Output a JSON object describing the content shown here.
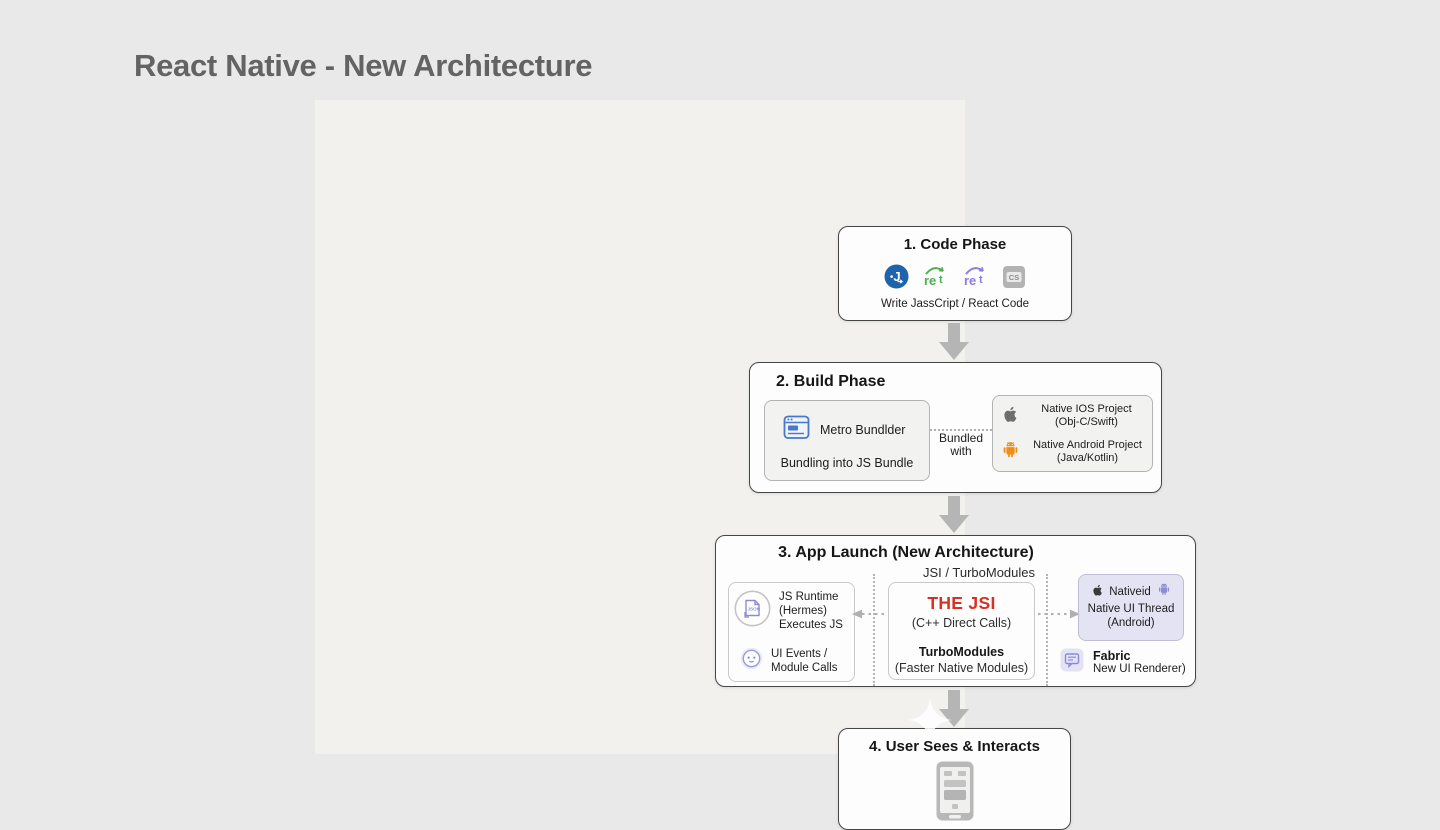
{
  "title": "React Native - New Architecture",
  "steps": {
    "code": {
      "heading": "1. Code Phase",
      "caption": "Write JassCript / React Code"
    },
    "build": {
      "heading": "2. Build Phase",
      "metro_title": "Metro Bundlder",
      "metro_subtitle": "Bundling into JS Bundle",
      "connector": [
        "Bundled",
        "with"
      ],
      "ios": [
        "Native IOS Project",
        "(Obj-C/Swift)"
      ],
      "android": [
        "Native Android Project",
        "(Java/Kotlin)"
      ]
    },
    "launch": {
      "heading": "3. App Launch (New Architecture)",
      "subtitle": "JSI / TurboModules",
      "runtime": [
        "JS Runtime",
        "(Hermes)",
        "Executes JS"
      ],
      "events": [
        "UI Events /",
        "Module Calls"
      ],
      "jsi_title": "THE JSI",
      "jsi_subtitle": "(C++ Direct Calls)",
      "turbo_title": "TurboModules",
      "turbo_subtitle": "(Faster Native Modules)",
      "native_label": "Nativeid",
      "thread": [
        "Native UI Thread",
        "(Android)"
      ],
      "fabric_title": "Fabric",
      "fabric_subtitle": "New UI Renderer)"
    },
    "user": {
      "heading": "4. User Sees & Interacts"
    }
  },
  "icons": {
    "code_icons": [
      "javascript-icon",
      "react-green-icon",
      "react-purple-icon",
      "css-icon"
    ],
    "metro": "metro-bundler-icon",
    "ios": "apple-icon",
    "android": "android-icon",
    "runtime": "json-file-icon",
    "events": "smiley-icon",
    "native_thread": [
      "apple-icon",
      "android-icon"
    ],
    "fabric": "fabric-renderer-icon",
    "user": "smartphone-icon",
    "watermark": "sparkle-icon",
    "flow": "down-block-arrow-icon"
  },
  "colors": {
    "page_bg": "#e9e9e9",
    "panel_bg": "#f2f1ee",
    "box_border": "#464646",
    "arrow_gray": "#b5b5b5",
    "jsi_red": "#d93025",
    "js_blue": "#1f63ad",
    "react_green": "#4cae4f",
    "react_purple": "#8a7ce0",
    "metro_blue": "#4a77c8",
    "android_orange": "#ef8d17",
    "lavender": "#8b8bd8",
    "lavender_bg": "#e3e3f4",
    "title_gray": "#636363"
  }
}
